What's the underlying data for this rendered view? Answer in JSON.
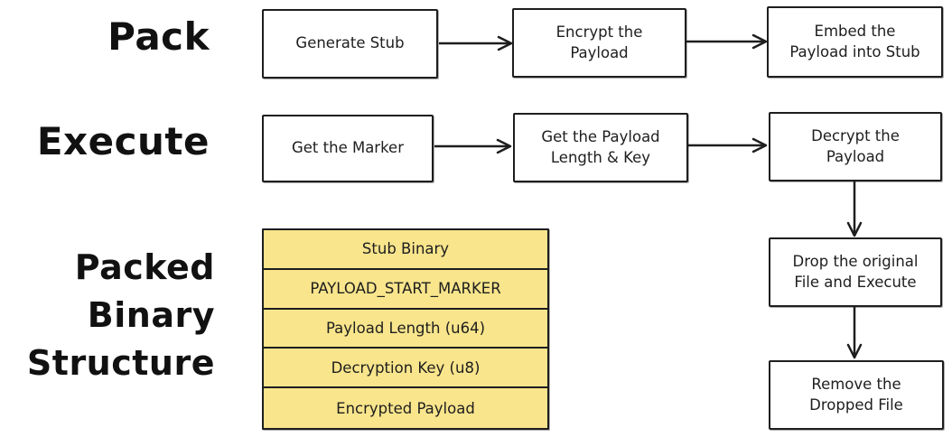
{
  "sections": {
    "pack": {
      "label": "Pack",
      "steps": [
        {
          "label": "Generate Stub"
        },
        {
          "label": "Encrypt the\nPayload"
        },
        {
          "label": "Embed the\nPayload into Stub"
        }
      ]
    },
    "execute": {
      "label": "Execute",
      "steps": [
        {
          "label": "Get the Marker"
        },
        {
          "label": "Get the Payload\nLength & Key"
        },
        {
          "label": "Decrypt the\nPayload"
        },
        {
          "label": "Drop the original\nFile and Execute"
        },
        {
          "label": "Remove the\nDropped File"
        }
      ]
    },
    "packed_binary_structure": {
      "label": "Packed\nBinary\nStructure",
      "segments": [
        {
          "label": "Stub Binary"
        },
        {
          "label": "PAYLOAD_START_MARKER"
        },
        {
          "label": "Payload Length (u64)"
        },
        {
          "label": "Decryption Key (u8)"
        },
        {
          "label": "Encrypted Payload"
        }
      ]
    }
  },
  "colors": {
    "background": "#ffffff",
    "stroke": "#1e1e1e",
    "segment_fill": "#f9e58c"
  }
}
